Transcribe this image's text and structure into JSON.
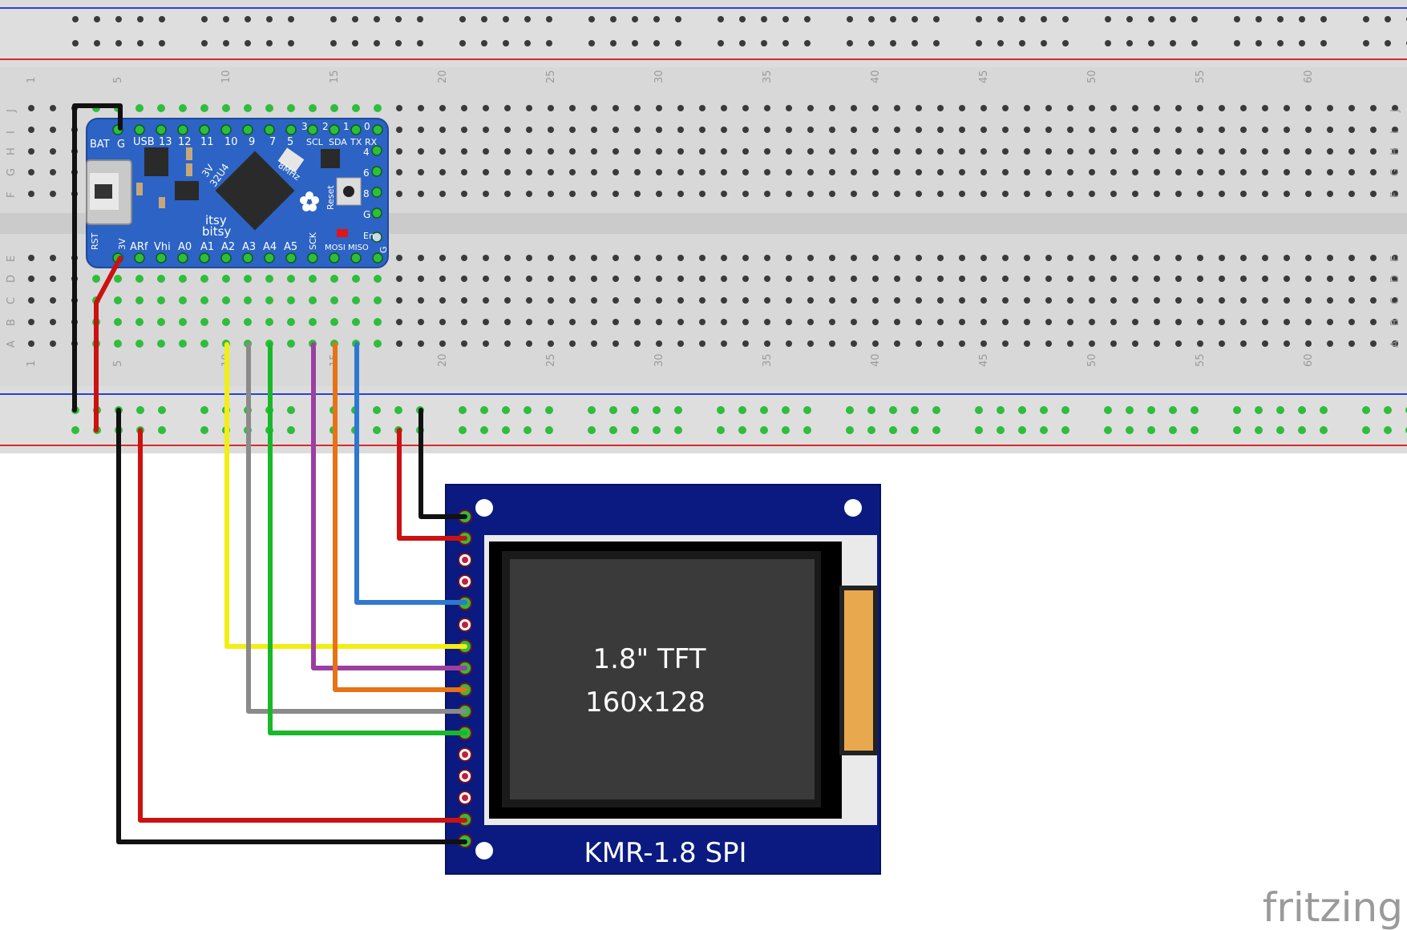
{
  "breadboard": {
    "column_numbers": [
      "1",
      "5",
      "10",
      "15",
      "20",
      "25",
      "30",
      "35",
      "40",
      "45",
      "50",
      "55",
      "60"
    ],
    "top_row_letters": [
      "J",
      "I",
      "H",
      "G",
      "F"
    ],
    "bottom_row_letters": [
      "E",
      "D",
      "C",
      "B",
      "A"
    ]
  },
  "itsybitsy": {
    "top_labels": [
      "BAT",
      "G",
      "USB",
      "13",
      "12",
      "11",
      "10",
      "9",
      "7",
      "5",
      "SCL",
      "SDA",
      "TX",
      "RX"
    ],
    "top_small_labels": [
      "3",
      "2",
      "1",
      "0"
    ],
    "right_labels": [
      "4",
      "6",
      "8",
      "G",
      "En"
    ],
    "bottom_labels": [
      "RST",
      "3V",
      "ARf",
      "Vhi",
      "A0",
      "A1",
      "A2",
      "A3",
      "A4",
      "A5",
      "SCK",
      "MOSI",
      "MISO",
      "G"
    ],
    "chip_label": "32U4",
    "chip_label_prefix": "3V",
    "crystal_label": "8MHz",
    "reset_label": "Reset",
    "brand_line1": "itsy",
    "brand_line2": "bitsy"
  },
  "tft": {
    "title_line1": "1.8\" TFT",
    "title_line2": "160x128",
    "module_label": "KMR-1.8 SPI"
  },
  "logo": {
    "text": "fritzing"
  },
  "colors": {
    "pcb_blue": "#2c63c4",
    "tft_pcb": "#0a1a80",
    "wire_black": "#111111",
    "wire_red": "#cc1111",
    "wire_yellow": "#f2ee12",
    "wire_gray": "#8a8a8a",
    "wire_green": "#19b82a",
    "wire_purple": "#9b3fa0",
    "wire_orange": "#e67315",
    "wire_blue": "#2e78cf"
  }
}
